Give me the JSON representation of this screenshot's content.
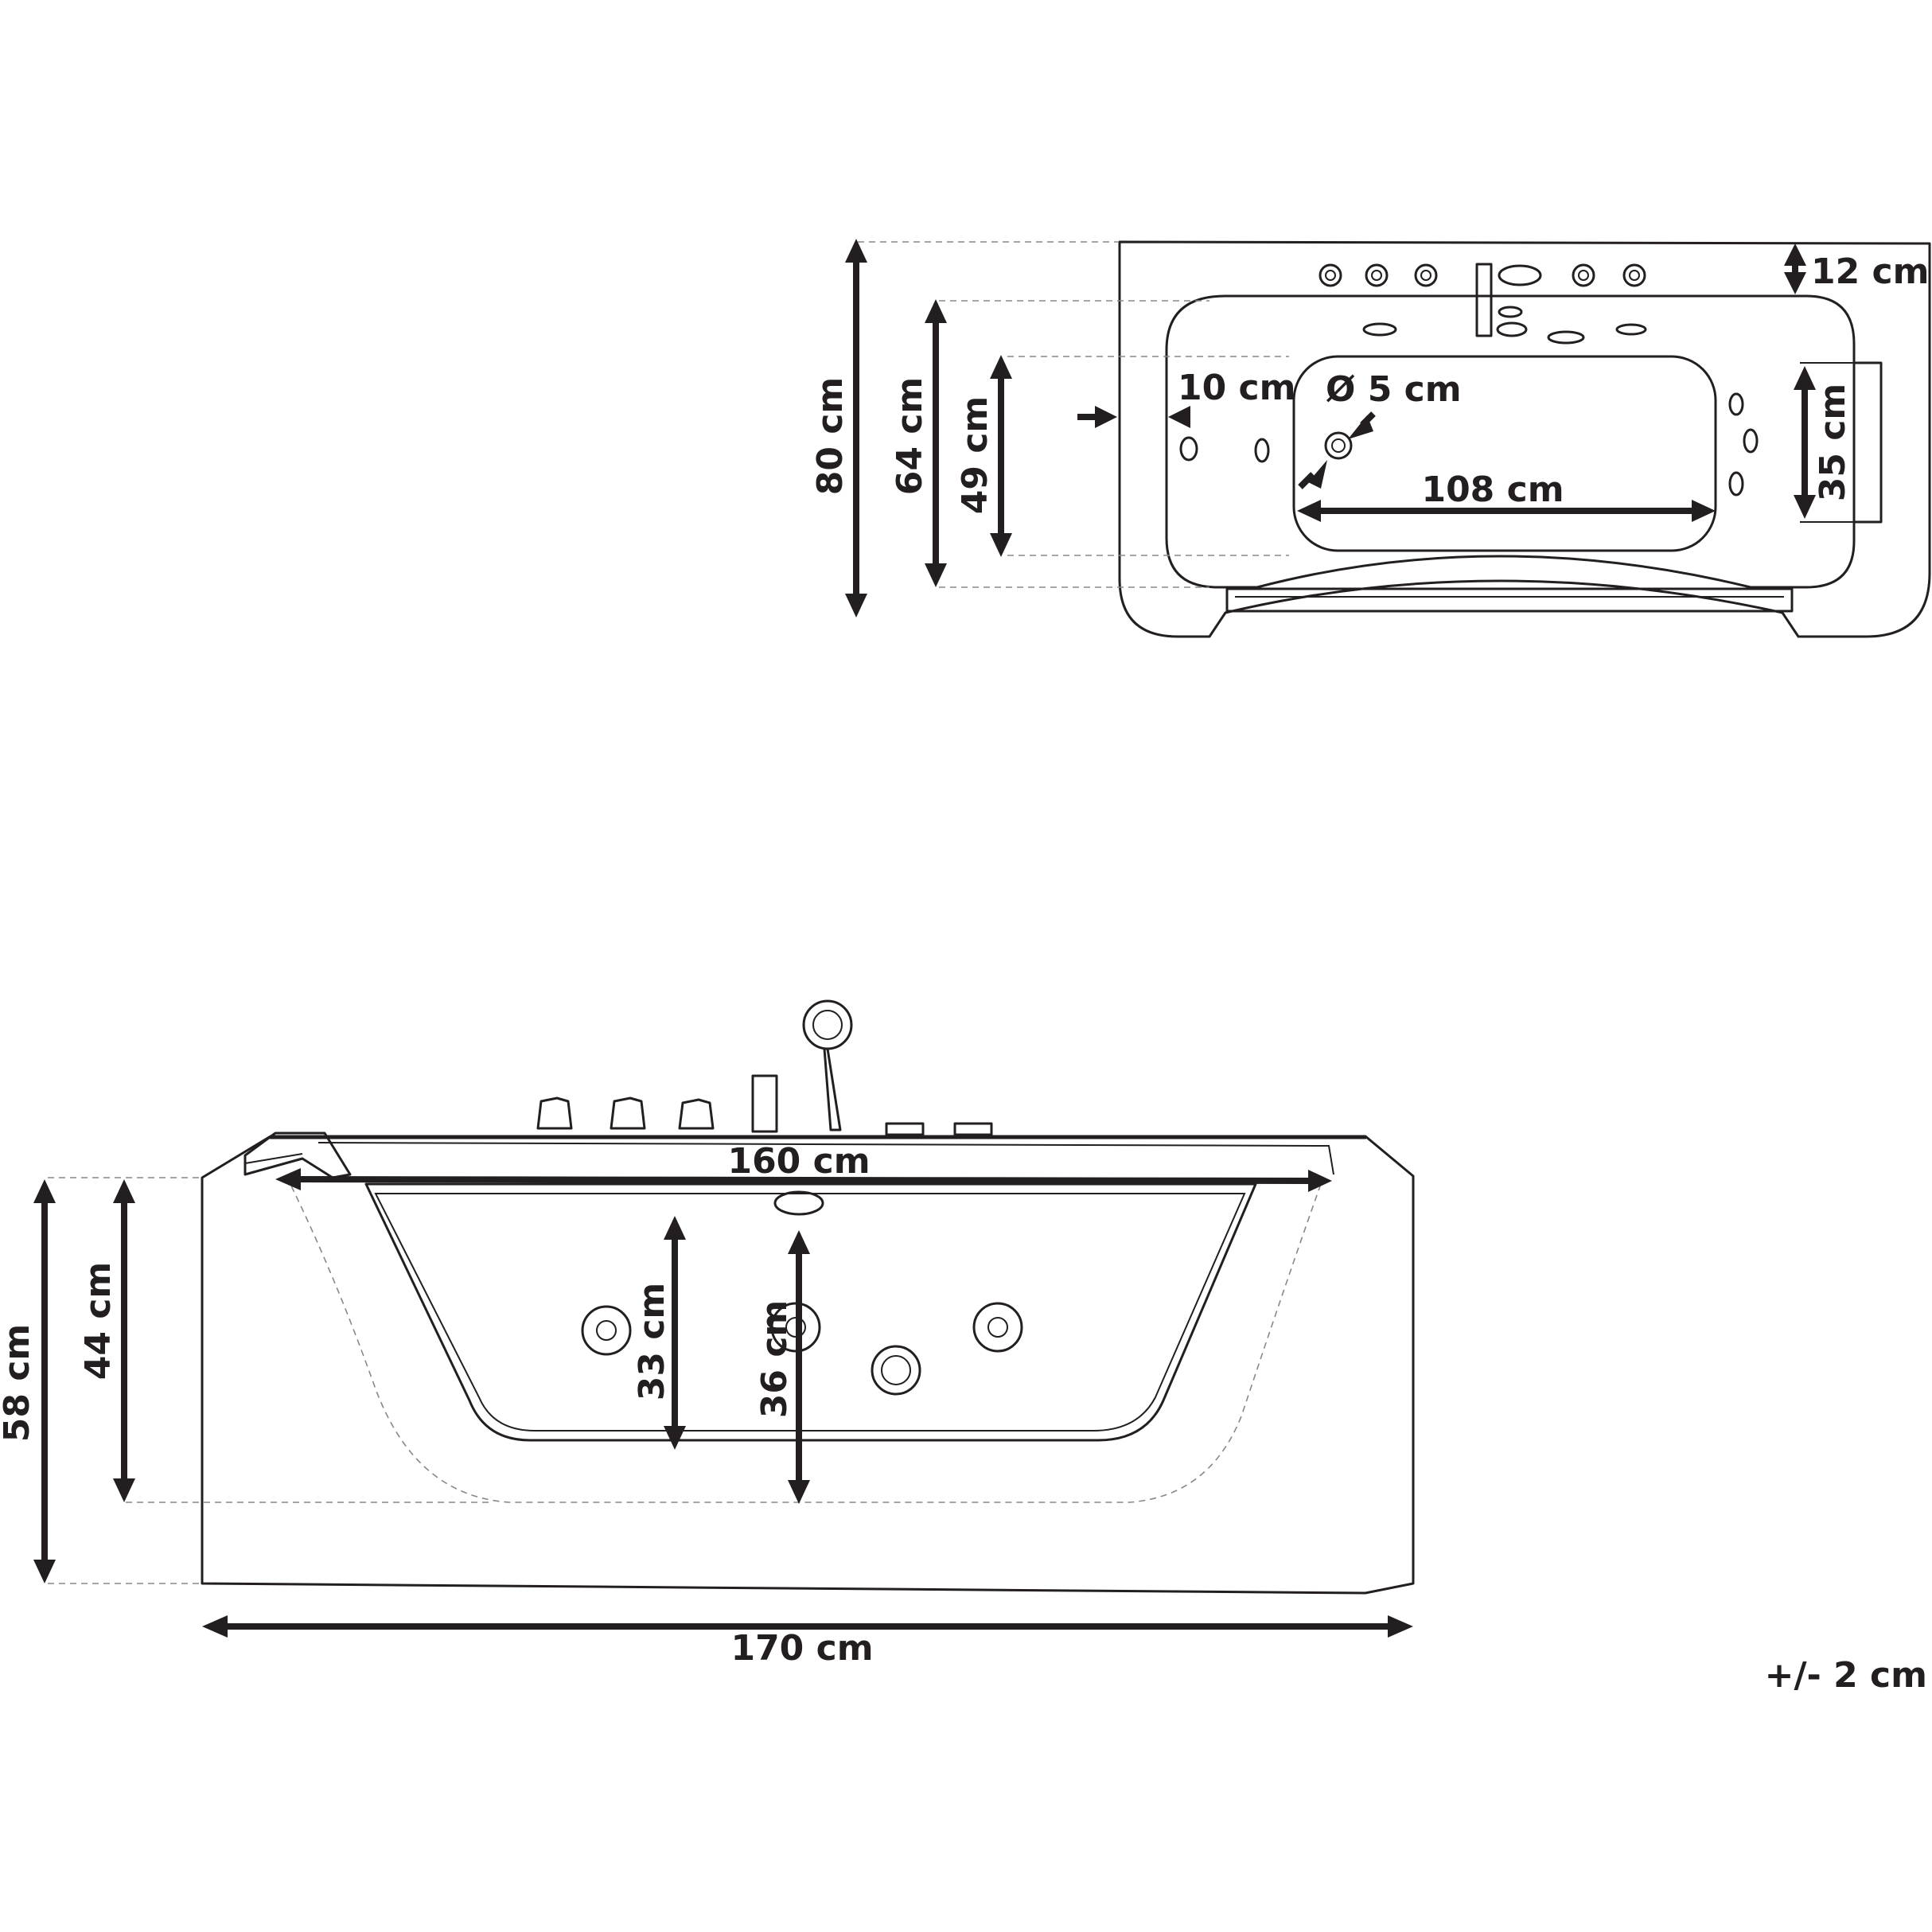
{
  "top_view": {
    "total_width": "80 cm",
    "inner_width": "64 cm",
    "bottom_width": "49 cm",
    "rim_depth": "12 cm",
    "rim_side": "10 cm",
    "drain_diameter": "Ø 5 cm",
    "bottom_length": "108 cm",
    "headrest": "35 cm"
  },
  "side_view": {
    "inner_length": "160 cm",
    "total_height": "58 cm",
    "inner_depth": "44 cm",
    "glass_height": "33 cm",
    "center_depth": "36 cm",
    "total_length": "170 cm"
  },
  "tolerance": "+/- 2 cm"
}
